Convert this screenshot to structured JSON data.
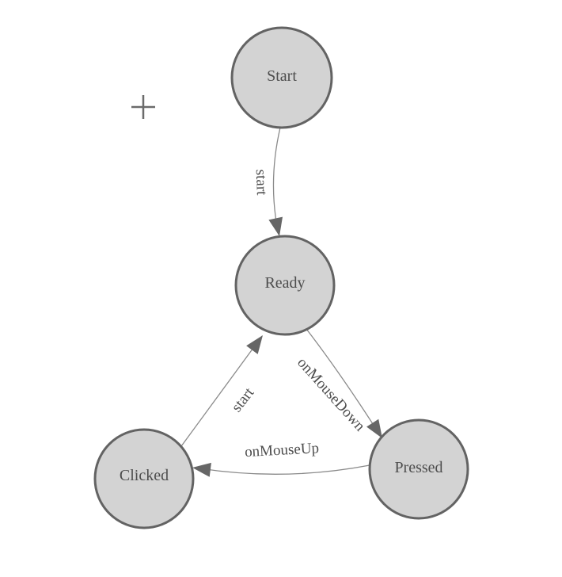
{
  "diagram": {
    "type": "state-machine",
    "nodes": [
      {
        "id": "start",
        "label": "Start"
      },
      {
        "id": "ready",
        "label": "Ready"
      },
      {
        "id": "clicked",
        "label": "Clicked"
      },
      {
        "id": "pressed",
        "label": "Pressed"
      }
    ],
    "edges": [
      {
        "from": "start",
        "to": "ready",
        "label": "start"
      },
      {
        "from": "ready",
        "to": "pressed",
        "label": "onMouseDown"
      },
      {
        "from": "pressed",
        "to": "clicked",
        "label": "onMouseUp"
      },
      {
        "from": "clicked",
        "to": "ready",
        "label": "start"
      }
    ]
  },
  "colors": {
    "background": "#ffffff",
    "node_fill": "#d3d3d3",
    "node_stroke": "#636363",
    "node_text": "#4d4d4d",
    "edge_line": "#8a8a8a",
    "edge_text": "#4d4d4d",
    "arrow_fill": "#666666",
    "plus": "#6b6b6b"
  }
}
